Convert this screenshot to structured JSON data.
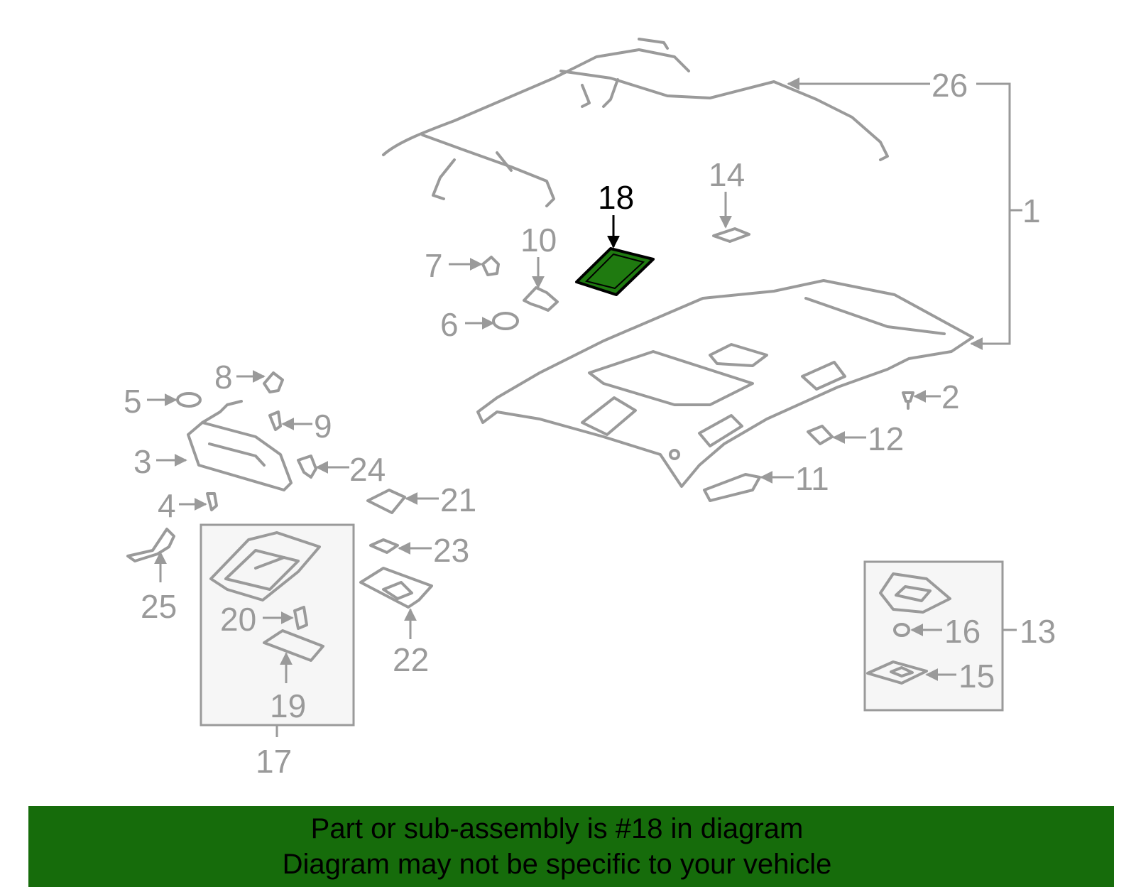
{
  "colors": {
    "highlight": "#1f7a10",
    "banner": "#166c0b",
    "line": "#9a9a9a",
    "text_highlight": "#000000"
  },
  "callouts": {
    "c1": "1",
    "c2": "2",
    "c3": "3",
    "c4": "4",
    "c5": "5",
    "c6": "6",
    "c7": "7",
    "c8": "8",
    "c9": "9",
    "c10": "10",
    "c11": "11",
    "c12": "12",
    "c13": "13",
    "c14": "14",
    "c15": "15",
    "c16": "16",
    "c17": "17",
    "c18": "18",
    "c19": "19",
    "c20": "20",
    "c21": "21",
    "c22": "22",
    "c23": "23",
    "c24": "24",
    "c25": "25",
    "c26": "26"
  },
  "highlighted_part": "18",
  "banner": {
    "line1": "Part or sub-assembly is #18 in diagram",
    "line2": "Diagram may not be specific to your vehicle"
  }
}
